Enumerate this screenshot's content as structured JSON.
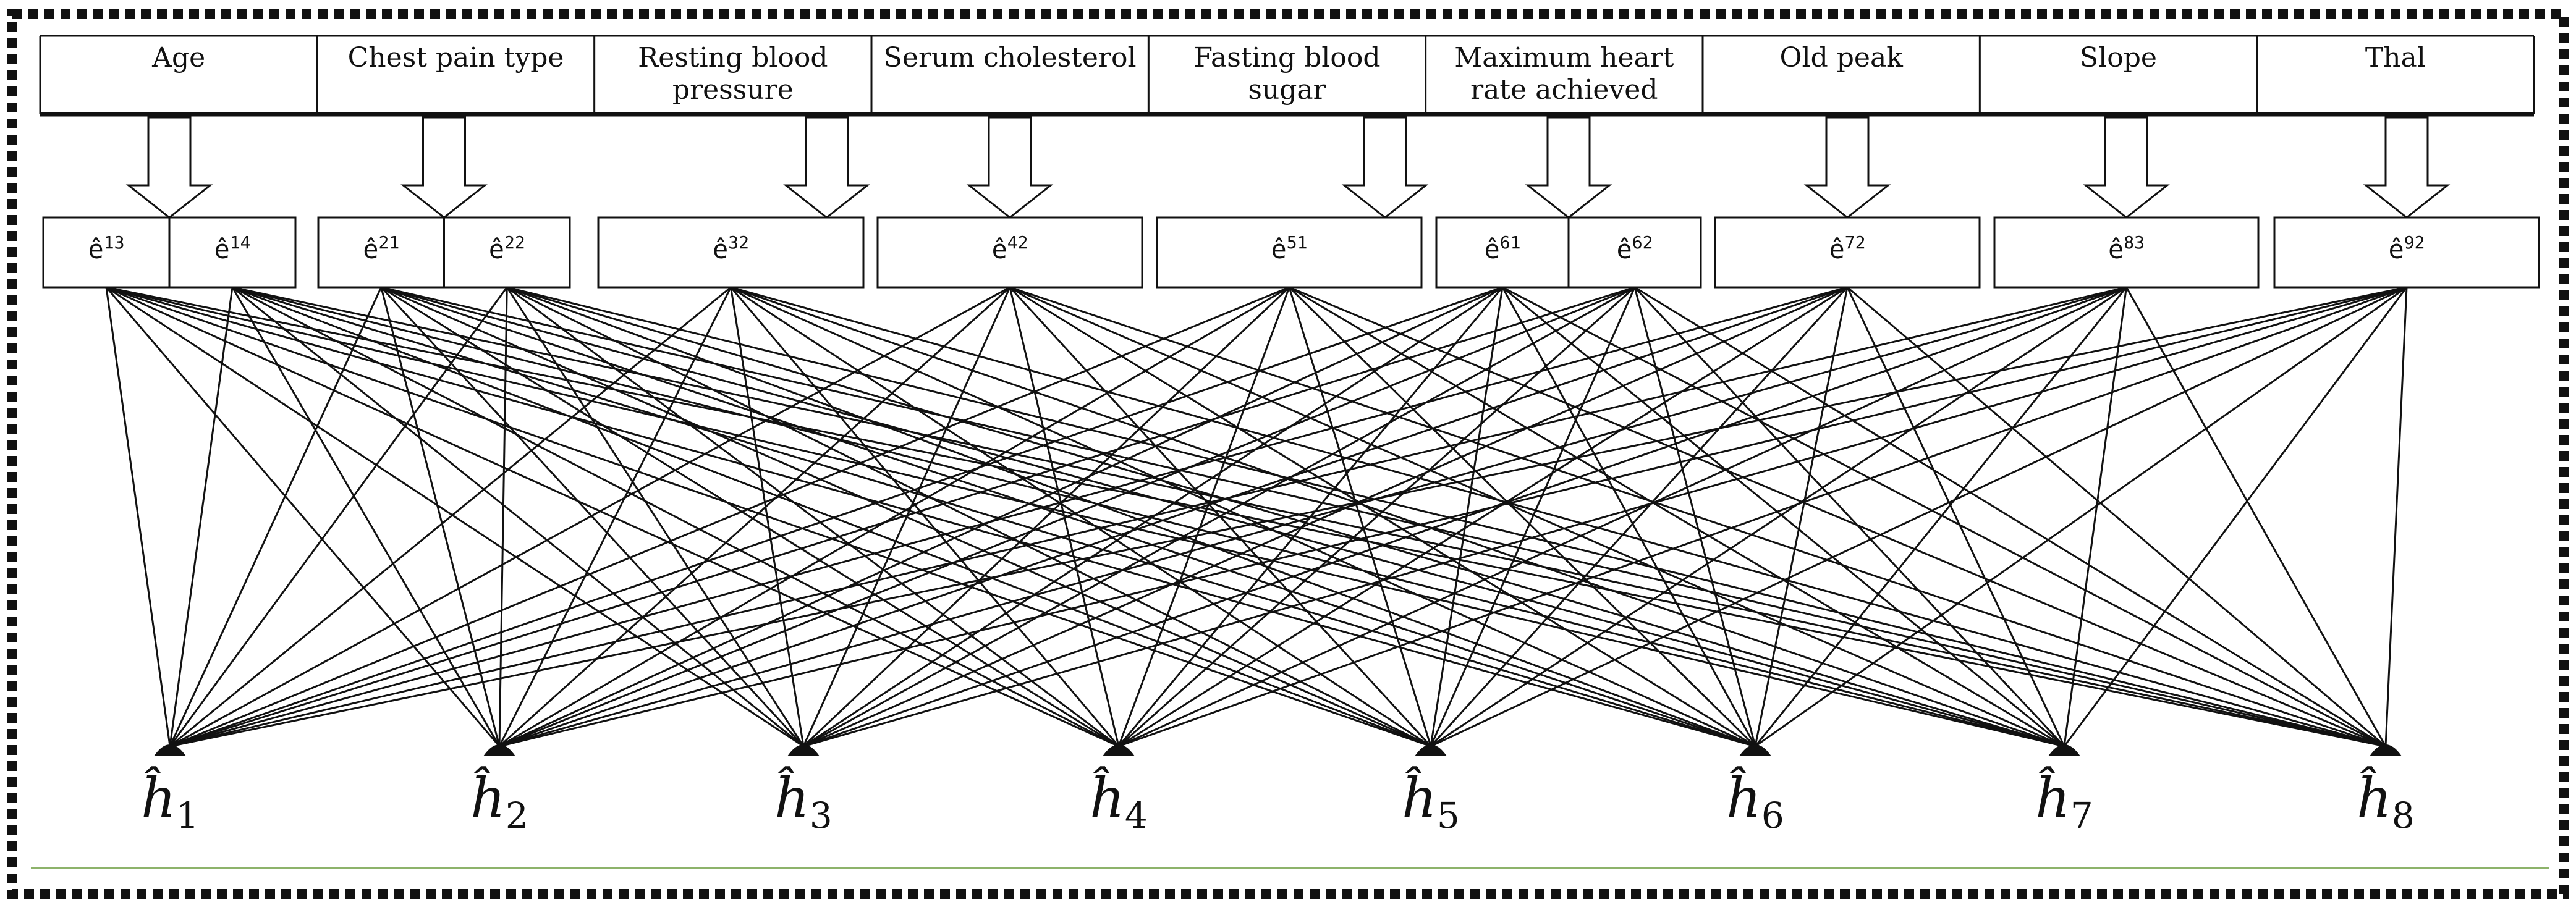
{
  "attributes": [
    {
      "label_lines": [
        "Age"
      ],
      "encodings": [
        {
          "base": "ê",
          "sup": "13"
        },
        {
          "base": "ê",
          "sup": "14"
        }
      ]
    },
    {
      "label_lines": [
        "Chest pain type"
      ],
      "encodings": [
        {
          "base": "ê",
          "sup": "21"
        },
        {
          "base": "ê",
          "sup": "22"
        }
      ]
    },
    {
      "label_lines": [
        "Resting blood",
        "pressure"
      ],
      "encodings": [
        {
          "base": "ê",
          "sup": "32"
        }
      ]
    },
    {
      "label_lines": [
        "Serum cholesterol"
      ],
      "encodings": [
        {
          "base": "ê",
          "sup": "42"
        }
      ]
    },
    {
      "label_lines": [
        "Fasting blood",
        "sugar"
      ],
      "encodings": [
        {
          "base": "ê",
          "sup": "51"
        }
      ]
    },
    {
      "label_lines": [
        "Maximum heart",
        "rate achieved"
      ],
      "encodings": [
        {
          "base": "ê",
          "sup": "61"
        },
        {
          "base": "ê",
          "sup": "62"
        }
      ]
    },
    {
      "label_lines": [
        "Old peak"
      ],
      "encodings": [
        {
          "base": "ê",
          "sup": "72"
        }
      ]
    },
    {
      "label_lines": [
        "Slope"
      ],
      "encodings": [
        {
          "base": "ê",
          "sup": "83"
        }
      ]
    },
    {
      "label_lines": [
        "Thal"
      ],
      "encodings": [
        {
          "base": "ê",
          "sup": "92"
        }
      ]
    }
  ],
  "hidden_nodes": [
    {
      "base": "ĥ",
      "sub": "1"
    },
    {
      "base": "ĥ",
      "sub": "2"
    },
    {
      "base": "ĥ",
      "sub": "3"
    },
    {
      "base": "ĥ",
      "sub": "4"
    },
    {
      "base": "ĥ",
      "sub": "5"
    },
    {
      "base": "ĥ",
      "sub": "6"
    },
    {
      "base": "ĥ",
      "sub": "7"
    },
    {
      "base": "ĥ",
      "sub": "8"
    }
  ],
  "connectivity": "every encoding node connects to every hidden node",
  "colors": {
    "line": "#111111",
    "border": "#111111",
    "bottom_rule": "#8db36b"
  }
}
